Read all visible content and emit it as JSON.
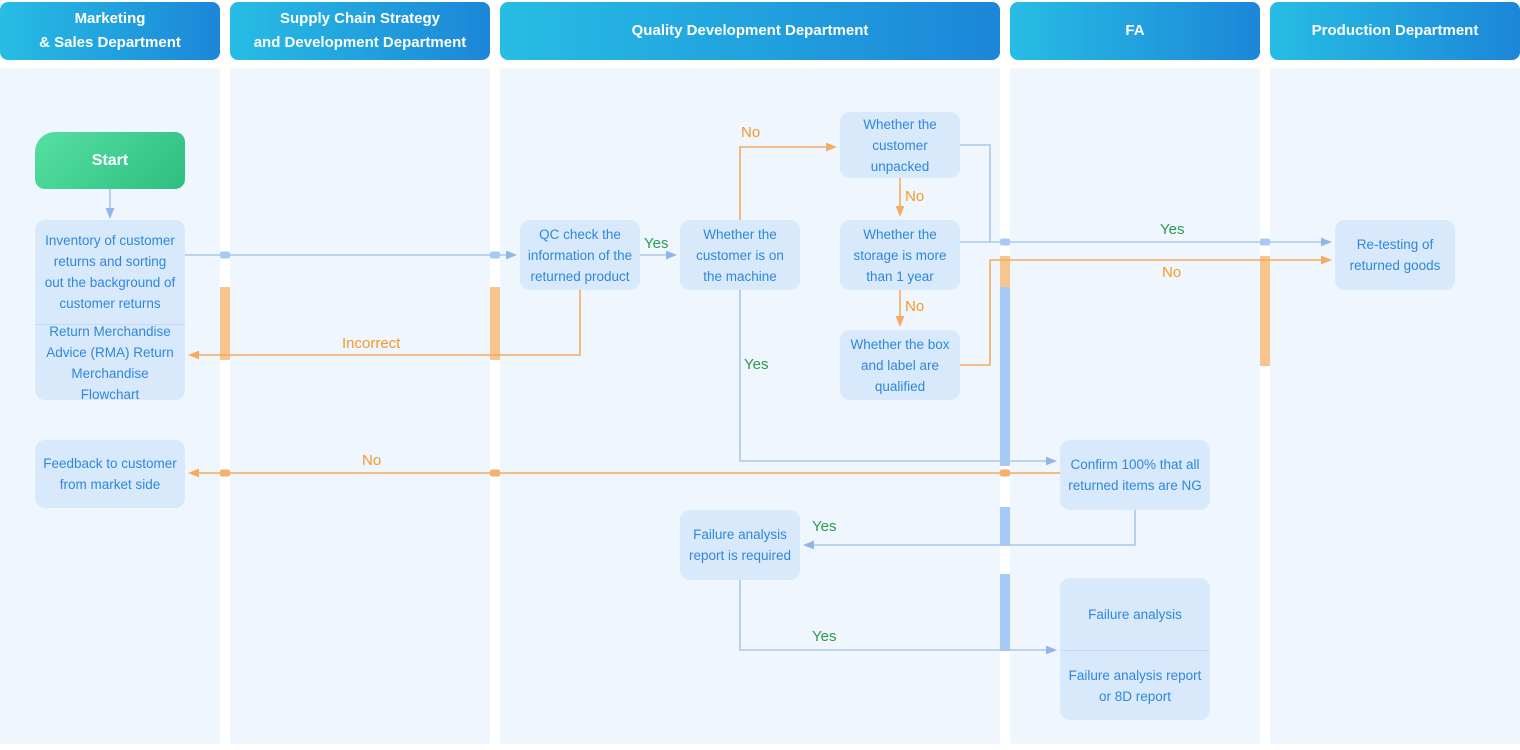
{
  "lanes": [
    {
      "line1": "Marketing",
      "line2": "& Sales Department"
    },
    {
      "line1": "Supply Chain Strategy",
      "line2": "and Development Department"
    },
    {
      "line1": "Quality Development Department",
      "line2": ""
    },
    {
      "line1": "FA",
      "line2": ""
    },
    {
      "line1": "Production Department",
      "line2": ""
    }
  ],
  "nodes": {
    "start": "Start",
    "inventory": "Inventory of customer returns and sorting out the background of customer returns",
    "rma": "Return Merchandise Advice (RMA) Return Merchandise Flowchart",
    "feedback": "Feedback to customer from market side",
    "qc_check": "QC check the information of the returned product",
    "on_machine": "Whether the customer is on the machine",
    "unpacked": "Whether the customer unpacked",
    "storage": "Whether the storage is more than 1 year",
    "box_label": "Whether the box and label are qualified",
    "confirm_ng": "Confirm 100% that all returned items are NG",
    "fa_report_required": "Failure analysis report is required",
    "failure_analysis": "Failure analysis",
    "failure_report": "Failure analysis report or 8D report",
    "retesting": "Re-testing of returned goods"
  },
  "edge_labels": {
    "qc_yes": "Yes",
    "machine_unpacked_no": "No",
    "unpacked_storage_no": "No",
    "storage_boxlabel_no": "No",
    "retest_yes": "Yes",
    "retest_no": "No",
    "incorrect": "Incorrect",
    "feedback_no": "No",
    "machine_confirm_yes": "Yes",
    "confirm_report_yes": "Yes",
    "report_failure_yes": "Yes"
  },
  "colors": {
    "header-a": "#27BDE4",
    "header-b": "#1C86D8",
    "lane": "#EFF6FD",
    "node-bg": "#D8E9FC",
    "node-text": "#2F87DC",
    "node-divider": "#C5DAF2",
    "blue-line": "#A9C7EA",
    "blue-bar": "#A6CAF5",
    "blue-arrow": "#8FB6E6",
    "orange-line": "#F4AC62",
    "orange-bar": "#F8C68D",
    "orange-bridge": "#F6B26A",
    "green": "#2B9B4F",
    "orange-label": "#F59A28",
    "start-a": "#56E0A2",
    "start-b": "#2EBD80"
  }
}
